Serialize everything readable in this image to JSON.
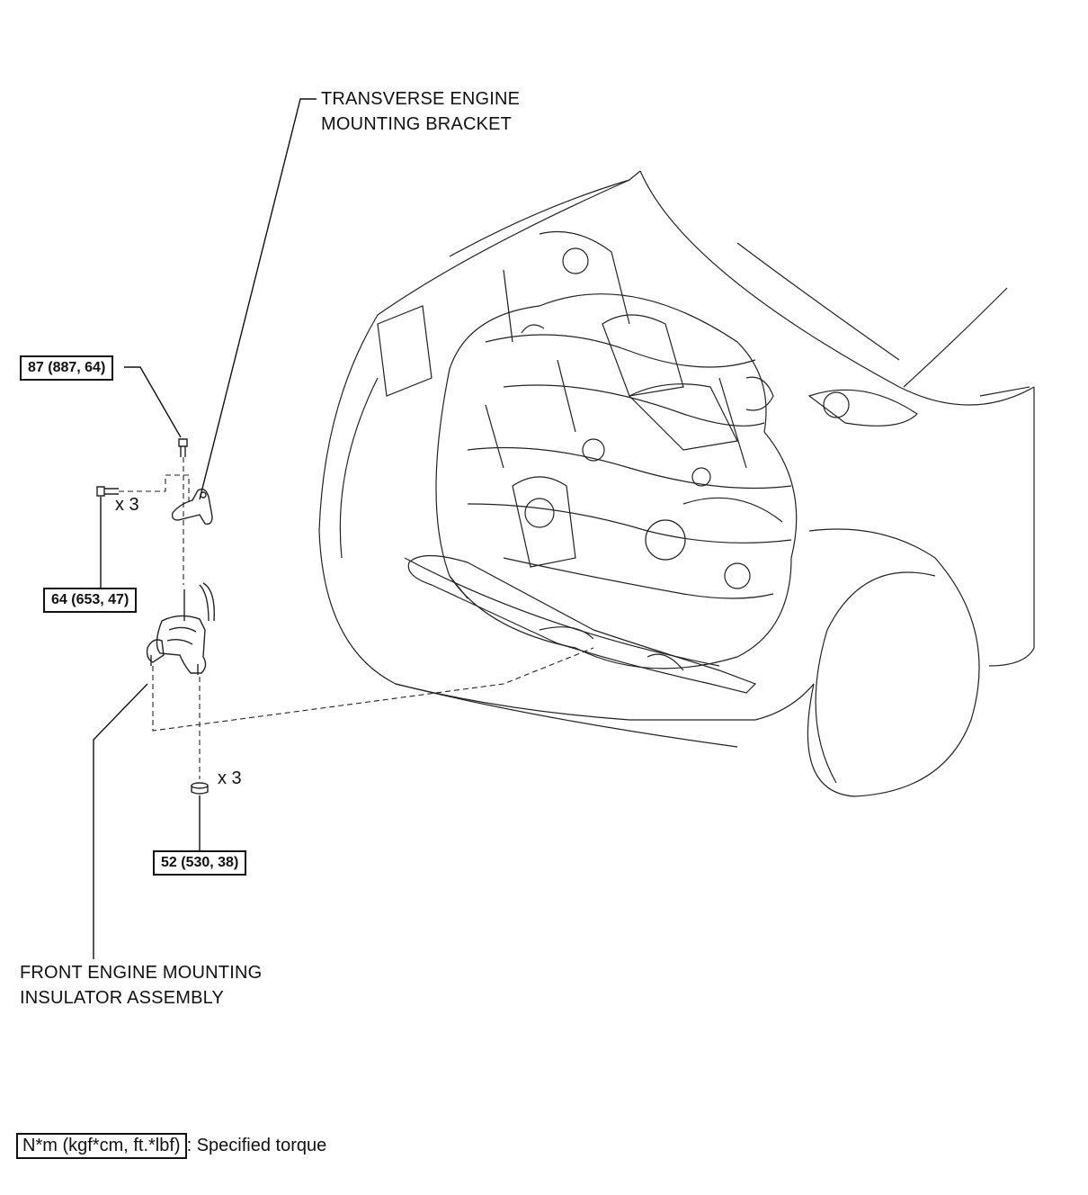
{
  "labels": {
    "transverse_bracket": [
      "TRANSVERSE ENGINE",
      "MOUNTING BRACKET"
    ],
    "front_insulator": [
      "FRONT ENGINE MOUNTING",
      "INSULATOR ASSEMBLY"
    ]
  },
  "torques": {
    "top_bolt": "87 (887, 64)",
    "bracket_bolts": "64 (653, 47)",
    "lower_nuts": "52 (530, 38)"
  },
  "quantities": {
    "bracket_bolts": "x 3",
    "lower_nuts": "x 3"
  },
  "legend": {
    "unit_box": "N*m (kgf*cm, ft.*lbf)",
    "description": ": Specified torque"
  }
}
